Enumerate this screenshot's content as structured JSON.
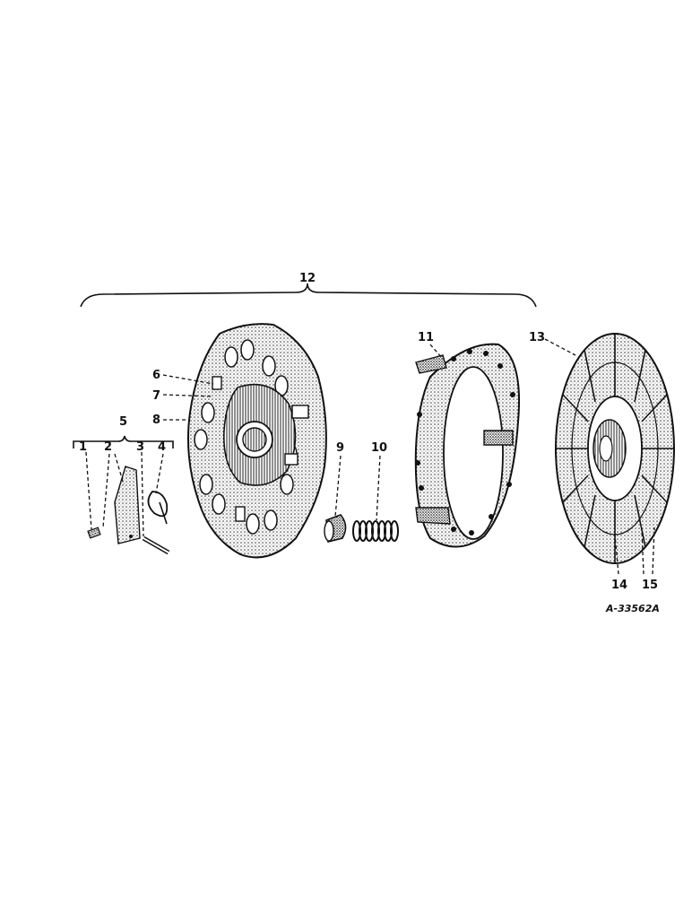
{
  "callouts": {
    "c1": "1",
    "c2": "2",
    "c3": "3",
    "c4": "4",
    "c5": "5",
    "c6": "6",
    "c7": "7",
    "c8": "8",
    "c9": "9",
    "c10": "10",
    "c11": "11",
    "c12": "12",
    "c13": "13",
    "c14": "14",
    "c15": "15"
  },
  "figure_id": "A-33562A"
}
